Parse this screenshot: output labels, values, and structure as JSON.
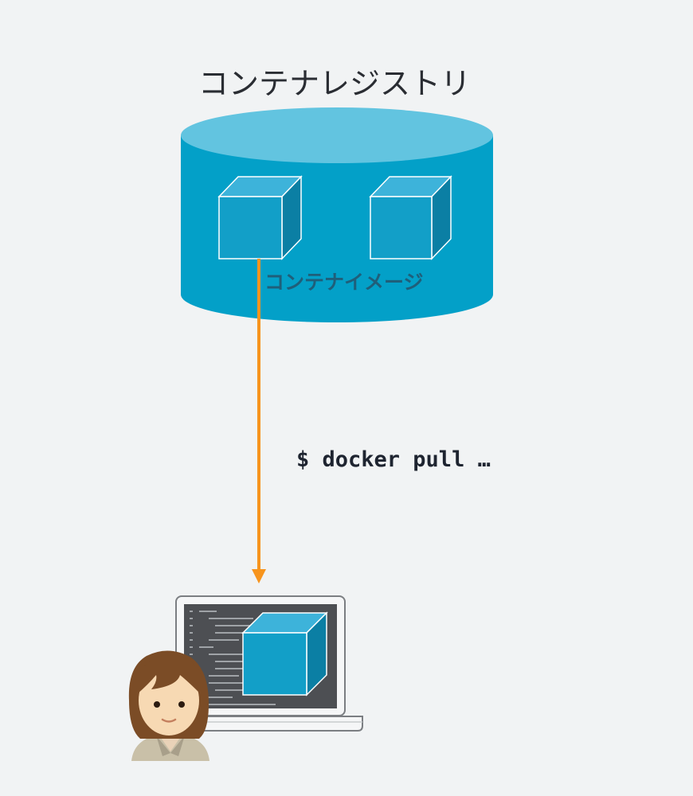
{
  "registry": {
    "title": "コンテナレジストリ",
    "image_label": "コンテナイメージ"
  },
  "command": {
    "text": "$ docker pull …"
  },
  "icons": {
    "registry": "database-cylinder-icon",
    "image": "cube-icon",
    "laptop": "laptop-icon",
    "developer": "person-avatar-icon"
  },
  "colors": {
    "background": "#f1f3f4",
    "registry_body": "#03a0c8",
    "registry_top": "#62c4e0",
    "cube_front": "#129fc8",
    "cube_top": "#3db3da",
    "cube_side": "#0b7fa4",
    "arrow": "#f7941d"
  }
}
